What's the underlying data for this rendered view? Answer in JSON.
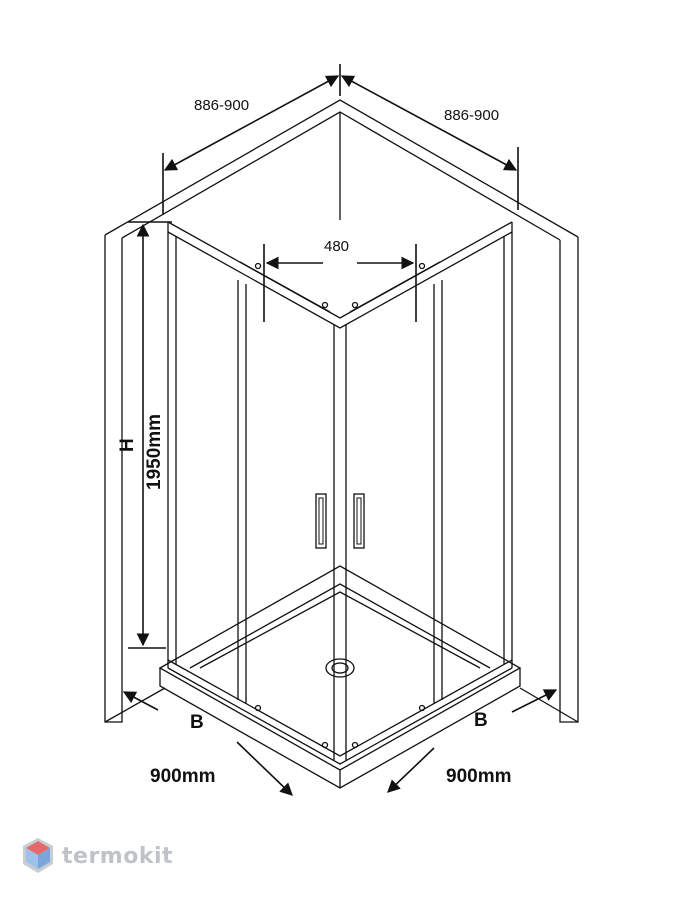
{
  "dimensions": {
    "top_left_width": "886-900",
    "top_right_width": "886-900",
    "door_opening": "480",
    "height_letter": "H",
    "height_value": "1950mm",
    "base_left_letter": "B",
    "base_right_letter": "B",
    "base_left_value": "900mm",
    "base_right_value": "900mm"
  },
  "watermark": {
    "text": "termokit",
    "icon": "hexagon-cube-logo-icon",
    "colors": [
      "#e46a6a",
      "#7aa6dc",
      "#c9cdd2"
    ]
  }
}
